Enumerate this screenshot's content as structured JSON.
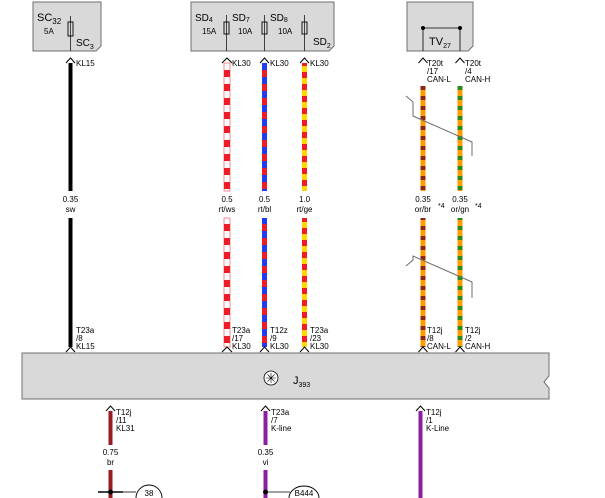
{
  "colors": {
    "black": "#000000",
    "red": "#ee1c25",
    "white": "#ffffff",
    "blue": "#1f3cf0",
    "yellow": "#ffd700",
    "orange": "#ff9d00",
    "brown": "#8b2a12",
    "green": "#2a8a1a",
    "dark_red": "#9b1b22",
    "violet": "#8b1fa0",
    "box_fill": "#d9d9d9",
    "box_stroke": "#6e6e6e"
  },
  "fuse_box_1": {
    "id": "SC",
    "id_sub": "32",
    "rating": "5A",
    "fuse_id": "SC",
    "fuse_sub": "3"
  },
  "fuse_box_2": {
    "sd4": "SD",
    "sd4_sub": "4",
    "sd4_rating": "15A",
    "sd7": "SD",
    "sd7_sub": "7",
    "sd7_rating": "10A",
    "sd8": "SD",
    "sd8_sub": "8",
    "sd8_rating": "10A",
    "sd2": "SD",
    "sd2_sub": "2"
  },
  "tv_box": {
    "id": "TV",
    "id_sub": "27"
  },
  "module": {
    "id": "J",
    "id_sub": "393",
    "icon": "radio-wave-icon"
  },
  "wires": [
    {
      "name": "wire-kl15",
      "top_label": "KL15",
      "gauge": "0.35",
      "color_code": "sw",
      "note": "",
      "pin_conn": "T23a",
      "pin_num": "/8",
      "pin_signal": "KL15"
    },
    {
      "name": "wire-kl30-rtws",
      "top_label": "KL30",
      "gauge": "0.5",
      "color_code": "rt/ws",
      "note": "",
      "pin_conn": "T23a",
      "pin_num": "/17",
      "pin_signal": "KL30"
    },
    {
      "name": "wire-kl30-rtbl",
      "top_label": "KL30",
      "gauge": "0.5",
      "color_code": "rt/bl",
      "note": "",
      "pin_conn": "T12z",
      "pin_num": "/9",
      "pin_signal": "KL30"
    },
    {
      "name": "wire-kl30-rtge",
      "top_label": "KL30",
      "gauge": "1.0",
      "color_code": "rt/ge",
      "note": "",
      "pin_conn": "T23a",
      "pin_num": "/23",
      "pin_signal": "KL30"
    },
    {
      "name": "wire-can-l",
      "top_conn": "T20t",
      "top_num": "/17",
      "top_label": "CAN-L",
      "gauge": "0.35",
      "color_code": "or/br",
      "note": "*4",
      "pin_conn": "T12j",
      "pin_num": "/8",
      "pin_signal": "CAN-L"
    },
    {
      "name": "wire-can-h",
      "top_conn": "T20t",
      "top_num": "/4",
      "top_label": "CAN-H",
      "gauge": "0.35",
      "color_code": "or/gn",
      "note": "*4",
      "pin_conn": "T12j",
      "pin_num": "/2",
      "pin_signal": "CAN-H"
    }
  ],
  "bottom_wires": [
    {
      "name": "wire-kl31",
      "pin_conn": "T12j",
      "pin_num": "/11",
      "pin_signal": "KL31",
      "gauge": "0.75",
      "color_code": "br",
      "dest": "38"
    },
    {
      "name": "wire-k-line-vi",
      "pin_conn": "T23a",
      "pin_num": "/7",
      "pin_signal": "K-line",
      "gauge": "0.35",
      "color_code": "vi",
      "dest": "B444"
    },
    {
      "name": "wire-k-line-2",
      "pin_conn": "T12j",
      "pin_num": "/1",
      "pin_signal": "K-Line",
      "gauge": "",
      "color_code": "",
      "dest": ""
    }
  ]
}
